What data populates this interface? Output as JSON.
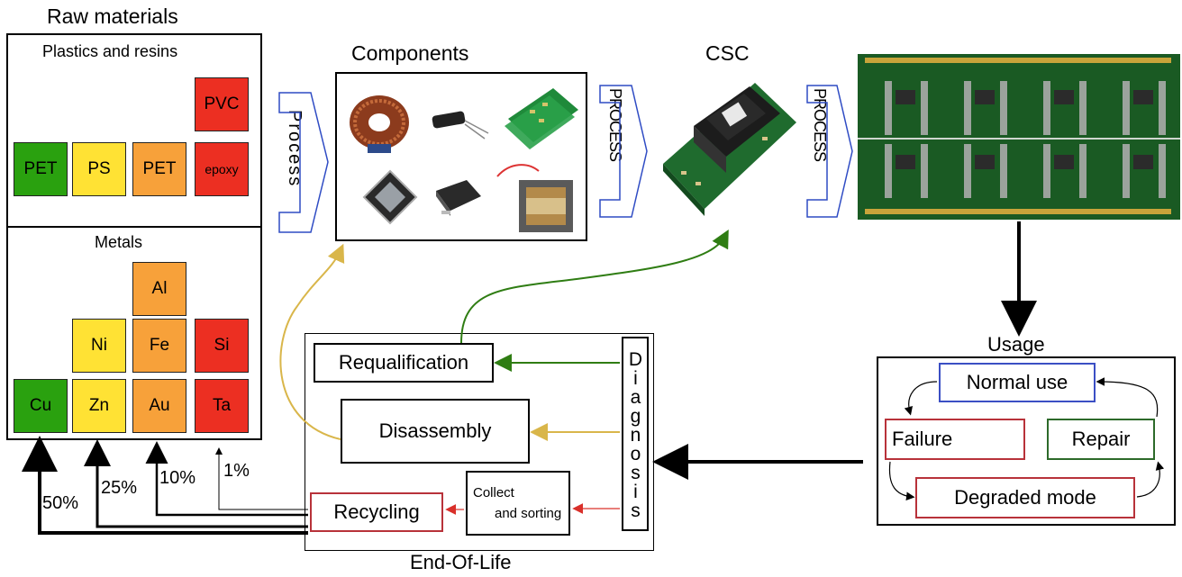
{
  "raw_materials": {
    "title": "Raw materials",
    "plastics": {
      "title": "Plastics and resins",
      "tiles": [
        "PVC",
        "PET",
        "PS",
        "PET",
        "epoxy"
      ]
    },
    "metals": {
      "title": "Metals",
      "tiles": [
        "Al",
        "Ni",
        "Fe",
        "Si",
        "Cu",
        "Zn",
        "Au",
        "Ta"
      ]
    }
  },
  "stages": {
    "components": "Components",
    "csc": "CSC",
    "process_1": "Process",
    "process_2": "PROCESS",
    "process_3": "PROCESS"
  },
  "usage": {
    "title": "Usage",
    "normal_use": "Normal use",
    "failure": "Failure",
    "repair": "Repair",
    "degraded_mode": "Degraded mode"
  },
  "end_of_life": {
    "title": "End-Of-Life",
    "requalification": "Requalification",
    "disassembly": "Disassembly",
    "recycling": "Recycling",
    "collect_line1": "Collect",
    "collect_line2": "and sorting",
    "diagnosis": "Diagnosis"
  },
  "percentages": [
    "50%",
    "25%",
    "10%",
    "1%"
  ],
  "colors": {
    "green": "#2aa10f",
    "yellow": "#ffe234",
    "orange": "#f7a13a",
    "red": "#ec2f22",
    "blue_border": "#3b4fc4",
    "red_border": "#b8323a",
    "green_border": "#2d6a2a",
    "arrow_green": "#2f7d13",
    "arrow_gold": "#d9b64a",
    "arrow_red": "#d9302a",
    "process_arrow": "#2f4cc4"
  }
}
